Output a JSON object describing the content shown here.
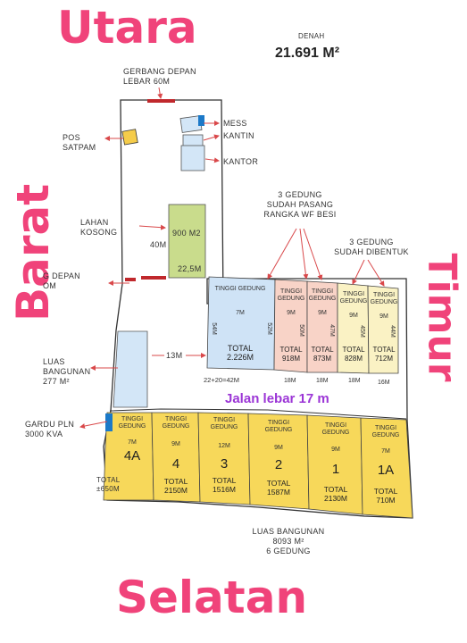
{
  "directions": {
    "north": "Utara",
    "south": "Selatan",
    "west": "Barat",
    "east": "Timur"
  },
  "header": {
    "denah": "DENAH",
    "area": "21.691 M²"
  },
  "labels": {
    "gate_line1": "GERBANG DEPAN",
    "gate_line2": "LEBAR 60M",
    "pos_line1": "POS",
    "pos_line2": "SATPAM",
    "mess": "MESS",
    "kantin": "KANTIN",
    "kantor": "KANTOR",
    "lahan_line1": "LAHAN",
    "lahan_line2": "KOSONG",
    "lahan_area": "900 M2",
    "lahan_40": "40M",
    "lahan_225": "22,5M",
    "three_wf_line1": "3 GEDUNG",
    "three_wf_line2": "SUDAH PASANG",
    "three_wf_line3": "RANGKA WF BESI",
    "three_formed_line1": "3 GEDUNG",
    "three_formed_line2": "SUDAH DIBENTUK",
    "gate2_line1": "G DEPAN",
    "gate2_line2": "OM",
    "luas_line1": "LUAS",
    "luas_line2": "BANGUNAN",
    "luas_line3": "277 M²",
    "m13": "13M",
    "gardu_line1": "GARDU PLN",
    "gardu_line2": "3000 KVA",
    "jalan": "Jalan lebar 17 m",
    "w_42": "22+20=42M",
    "w_18a": "18M",
    "w_18b": "18M",
    "w_18c": "18M",
    "w_16": "16M",
    "bottom_line1": "LUAS BANGUNAN",
    "bottom_line2": "8093 M²",
    "bottom_line3": "6 GEDUNG",
    "total_4a_line1": "TOTAL",
    "total_4a_line2": "±650M"
  },
  "north_buildings": [
    {
      "tinggi": "TINGGI GEDUNG",
      "height": "7M",
      "left_dim": "54M",
      "right_dim": "52M",
      "total": "TOTAL",
      "value": "2.226M",
      "color": "#cfe3f6"
    },
    {
      "tinggi": "TINGGI GEDUNG",
      "height": "9M",
      "right_dim": "50M",
      "total": "TOTAL",
      "value": "918M",
      "color": "#f8d3c7"
    },
    {
      "tinggi": "TINGGI GEDUNG",
      "height": "9M",
      "right_dim": "47M",
      "total": "TOTAL",
      "value": "873M",
      "color": "#f8d3c7"
    },
    {
      "tinggi": "TINGGI GEDUNG",
      "height": "9M",
      "right_dim": "45M",
      "total": "TOTAL",
      "value": "828M",
      "color": "#faf2c4"
    },
    {
      "tinggi": "TINGGI GEDUNG",
      "height": "9M",
      "right_dim": "44M",
      "total": "TOTAL",
      "value": "712M",
      "color": "#faf2c4"
    }
  ],
  "south_buildings": [
    {
      "tinggi": "TINGGI GEDUNG",
      "height": "7M",
      "number": "4A"
    },
    {
      "tinggi": "TINGGI GEDUNG",
      "height": "9M",
      "number": "4",
      "total": "TOTAL",
      "value": "2150M"
    },
    {
      "tinggi": "TINGGI GEDUNG",
      "height": "12M",
      "number": "3",
      "total": "TOTAL",
      "value": "1516M"
    },
    {
      "tinggi": "TINGGI GEDUNG",
      "height": "9M",
      "number": "2",
      "total": "TOTAL",
      "value": "1587M"
    },
    {
      "tinggi": "TINGGI GEDUNG",
      "height": "9M",
      "number": "1",
      "total": "TOTAL",
      "value": "2130M"
    },
    {
      "tinggi": "TINGGI GEDUNG",
      "height": "7M",
      "number": "1A",
      "total": "TOTAL",
      "value": "710M"
    }
  ],
  "colors": {
    "accent": "#f0437a",
    "road_text": "#9b35d6",
    "south_fill": "#f7d85a",
    "lahan_fill": "#c9dc8c",
    "gate": "#c0282c",
    "arrow": "#d9484a"
  }
}
